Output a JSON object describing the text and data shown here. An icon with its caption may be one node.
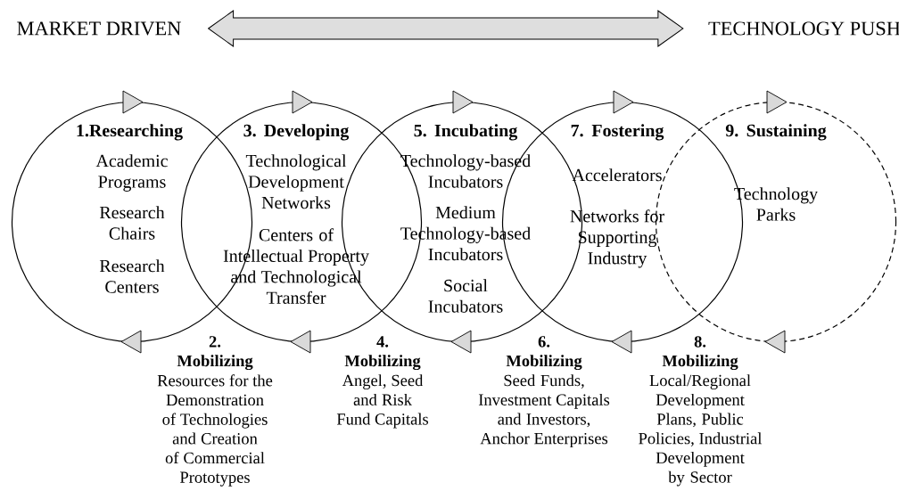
{
  "diagram": {
    "nodes": [
      {
        "text": [
          "MARKET DRIVEN"
        ]
      },
      {
        "text": [
          "TECHNOLOGY PUSH"
        ]
      },
      {
        "text": [
          "1.Researching",
          "Academic Programs",
          "Research Chairs",
          "Research Centers"
        ]
      },
      {
        "text": [
          "3. Developing",
          "Technological Development Networks",
          "Centers of Intellectual Property and Technological Transfer"
        ]
      },
      {
        "text": [
          "5. Incubating",
          "Technology-based Incubators",
          "Medium Technology-based Incubators",
          "Social Incubators"
        ]
      },
      {
        "text": [
          "7. Fostering",
          "Accelerators",
          "Networks for Supporting Industry"
        ]
      },
      {
        "text": [
          "9. Sustaining",
          "Technology Parks"
        ]
      }
    ],
    "edges": [
      {
        "from": 0,
        "to": 1,
        "arrow": "both"
      }
    ],
    "labels": [
      "2.",
      "Mobilizing",
      "Resources for the Demonstration of Technologies and Creation of Commercial Prototypes",
      "4.",
      "Mobilizing",
      "Angel, Seed and Risk Fund Capitals",
      "6.",
      "Mobilizing",
      "Seed Funds, Investment Capitals and Investors, Anchor Enterprises",
      "8.",
      "Mobilizing",
      "Local/Regional Development Plans, Public Policies, Industrial Development by Sector"
    ]
  }
}
